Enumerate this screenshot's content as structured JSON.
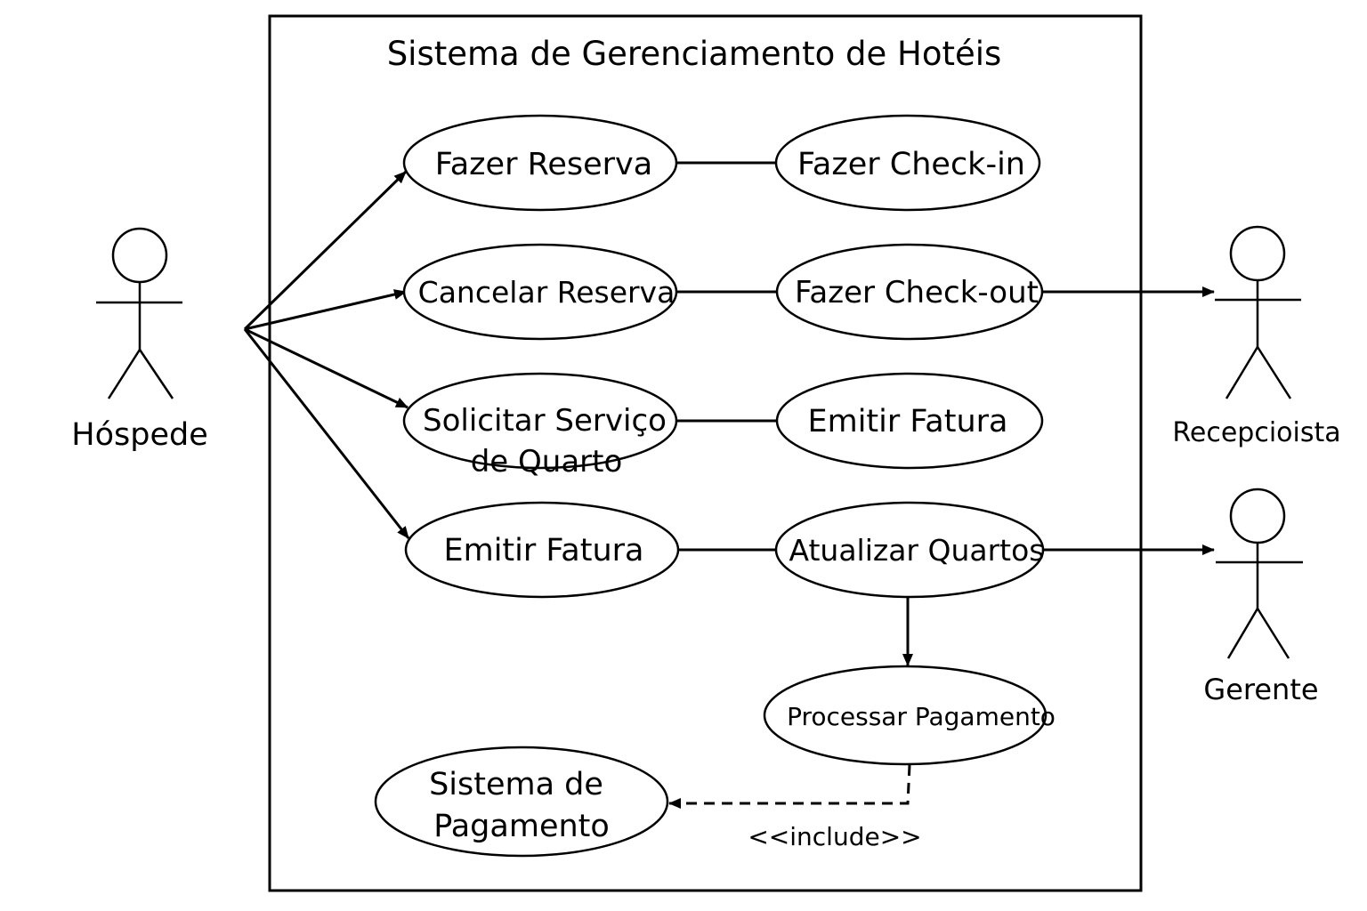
{
  "system": {
    "title": "Sistema de Gerenciamento de Hotéis"
  },
  "actors": {
    "hospede": "Hóspede",
    "recepcionista": "Recepcioista",
    "gerente": "Gerente"
  },
  "use_cases": {
    "fazer_reserva": [
      "Fazer Reserva"
    ],
    "fazer_checkin": [
      "Fazer Check-in"
    ],
    "cancelar_reserva": [
      "Cancelar Reserva"
    ],
    "fazer_checkout": [
      "Fazer Check-out"
    ],
    "solicitar_servico": [
      "Solicitar Serviço",
      "de Quarto"
    ],
    "emitir_fatura_right": [
      "Emitir Fatura"
    ],
    "emitir_fatura_left": [
      "Emitir Fatura"
    ],
    "atualizar_quartos": [
      "Atualizar Quartos"
    ],
    "processar_pagamento": [
      "Processar Pagamento"
    ],
    "sistema_pagamento": [
      "Sistema de",
      "Pagamento"
    ]
  },
  "relations": {
    "include_label": "<<include>>"
  }
}
